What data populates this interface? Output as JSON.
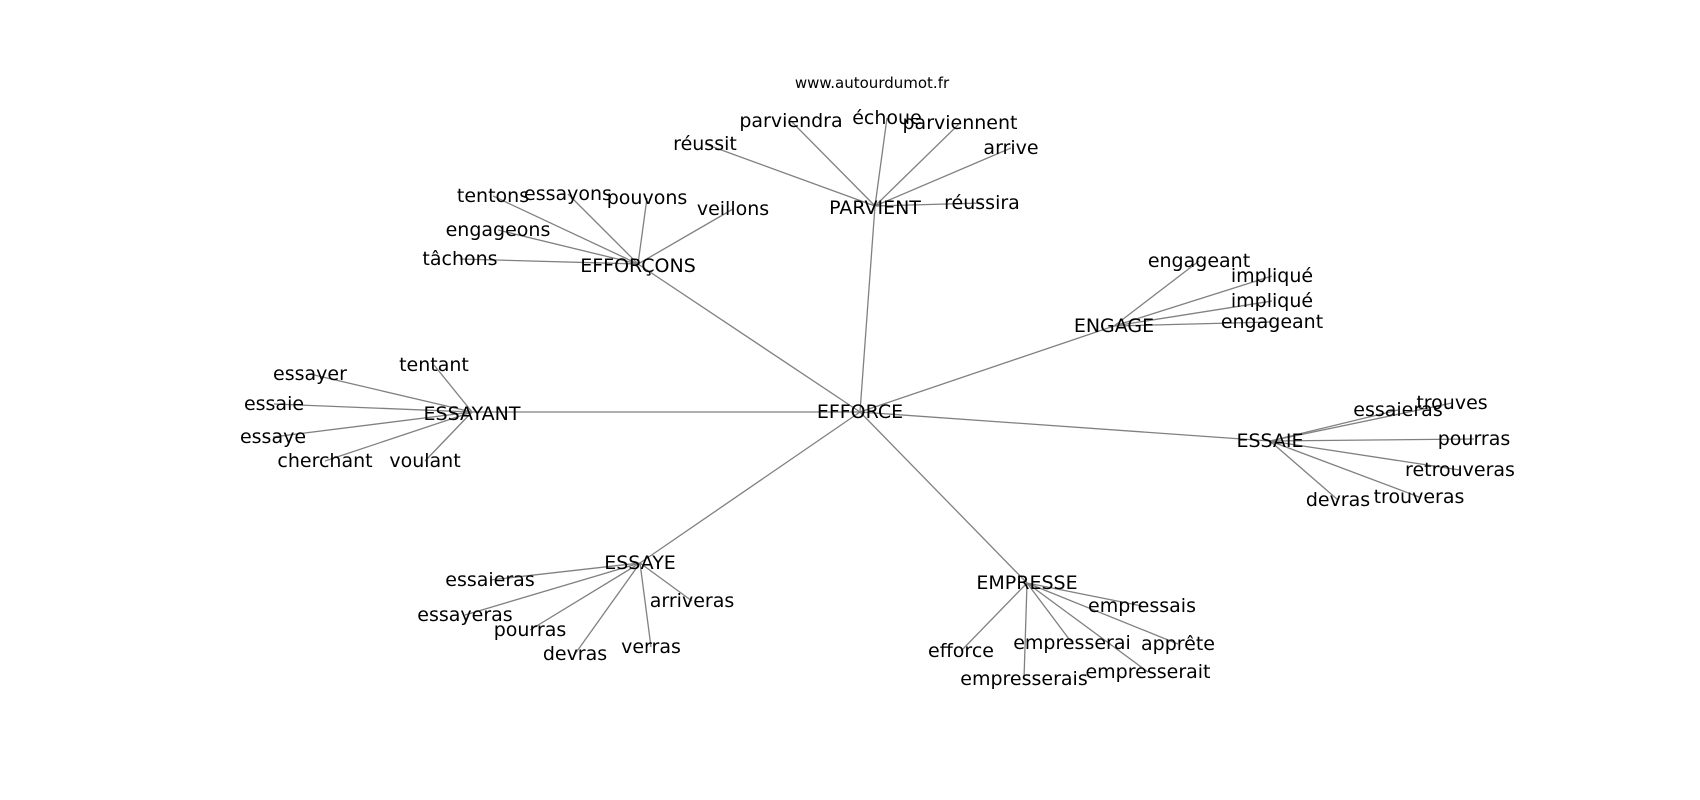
{
  "credit": "www.autourdumot.fr",
  "center": "EFFORCE",
  "groups": [
    {
      "hub": "PARVIENT",
      "words": [
        "réussit",
        "parviendra",
        "échoue",
        "parviennent",
        "arrive",
        "réussira"
      ]
    },
    {
      "hub": "EFFORÇONS",
      "words": [
        "tentons",
        "essayons",
        "pouvons",
        "veillons",
        "engageons",
        "tâchons"
      ]
    },
    {
      "hub": "ENGAGE",
      "words": [
        "engageant",
        "impliqué",
        "impliqué",
        "engageant"
      ]
    },
    {
      "hub": "ESSAYANT",
      "words": [
        "tentant",
        "essayer",
        "essaie",
        "essaye",
        "cherchant",
        "voulant"
      ]
    },
    {
      "hub": "ESSAIE",
      "words": [
        "essaieras",
        "trouves",
        "pourras",
        "retrouveras",
        "trouveras",
        "devras"
      ]
    },
    {
      "hub": "ESSAYE",
      "words": [
        "essaieras",
        "essayeras",
        "pourras",
        "devras",
        "verras",
        "arriveras"
      ]
    },
    {
      "hub": "EMPRESSE",
      "words": [
        "empressais",
        "apprête",
        "empresserait",
        "empresserais",
        "empresserai",
        "efforce"
      ]
    }
  ]
}
